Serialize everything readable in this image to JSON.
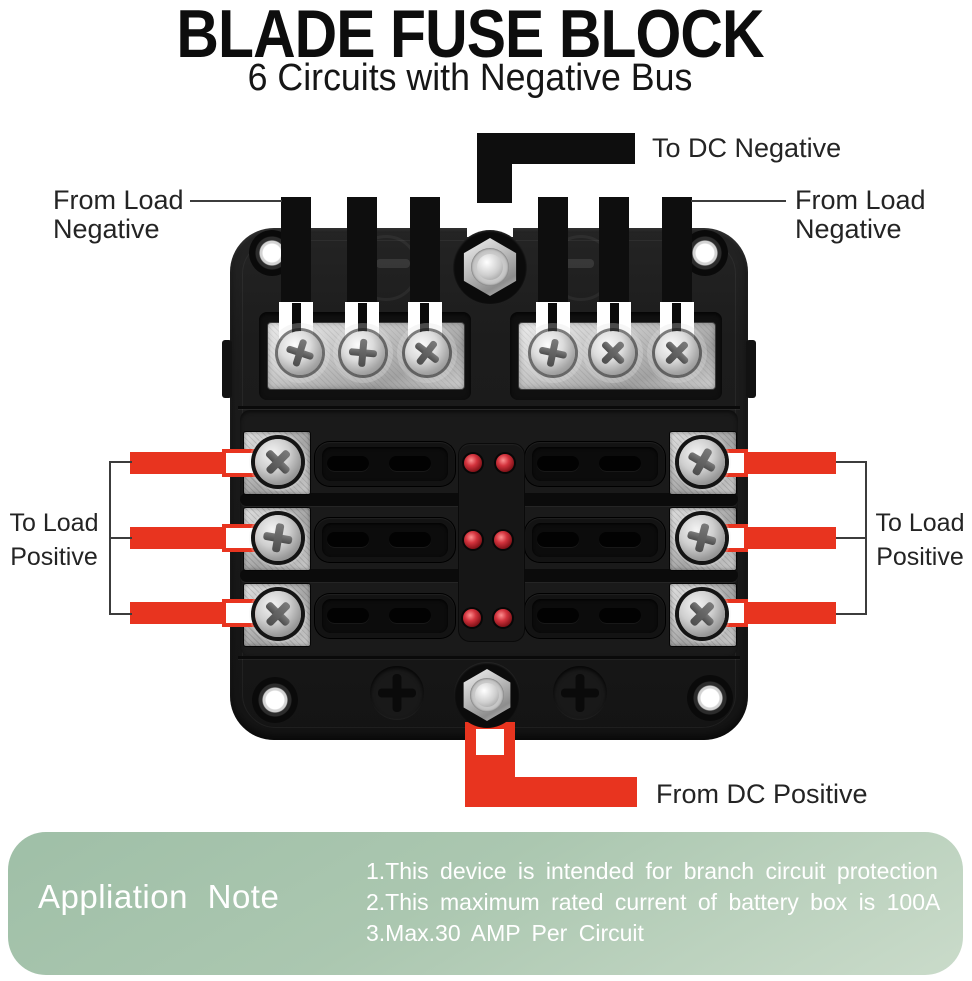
{
  "header": {
    "title": "BLADE FUSE BLOCK",
    "subtitle": "6 Circuits with Negative Bus"
  },
  "callouts": {
    "to_dc_negative": "To DC Negative",
    "from_load_negative": {
      "line1": "From Load",
      "line2": "Negative"
    },
    "to_load_positive": {
      "line1": "To Load",
      "line2": "Positive"
    },
    "from_dc_positive": "From DC Positive"
  },
  "note": {
    "title": "Appliation Note",
    "items": [
      "1.This device is intended for branch circuit protection",
      "2.This maximum rated current of battery box is 100A",
      "3.Max.30 AMP Per Circuit"
    ]
  },
  "colors": {
    "wire_red": "#e8341f",
    "wire_black": "#0e0e0e",
    "led_red": "#d3333d",
    "body_black": "#1b1b1b",
    "note_green_top": "#9fbfa7",
    "note_green_bottom": "#cadbca",
    "text_dark": "#242424",
    "text_white": "#ffffff"
  }
}
